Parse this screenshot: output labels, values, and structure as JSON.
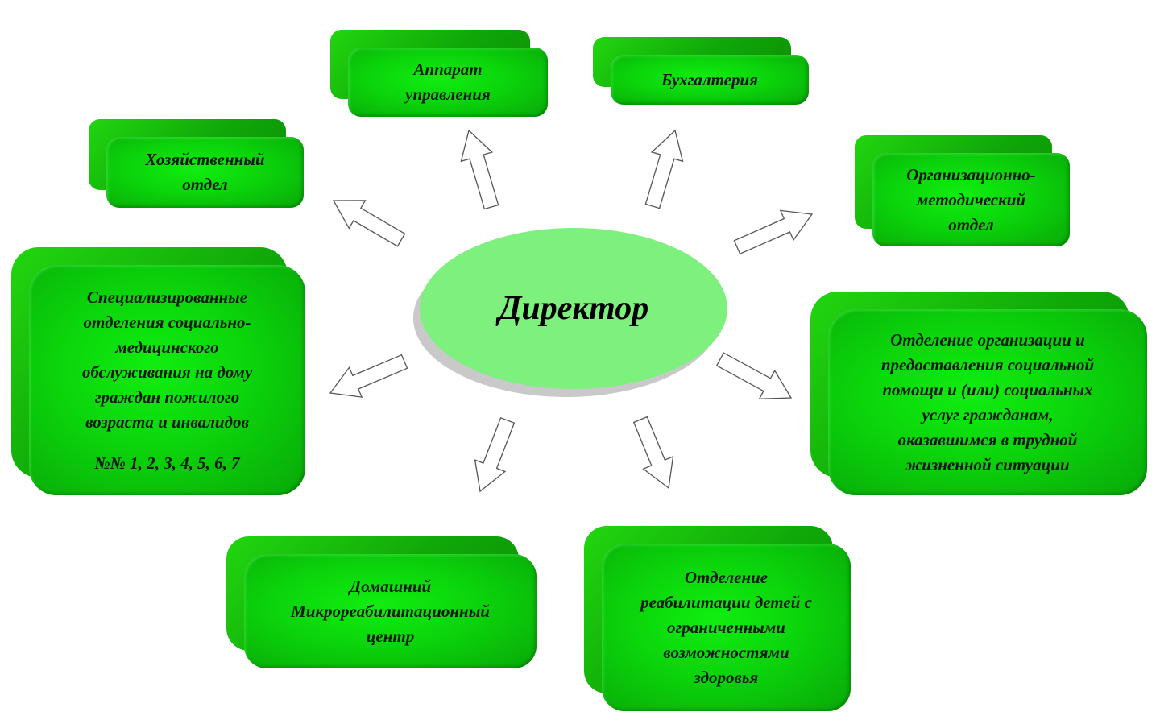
{
  "center": {
    "label": "Директор"
  },
  "units": {
    "apparat": [
      "Аппарат",
      "управления"
    ],
    "buhgalteria": [
      "Бухгалтерия"
    ],
    "hoz": [
      "Хозяйственный",
      "отдел"
    ],
    "om": [
      "Организационно-",
      "методический",
      "отдел"
    ],
    "spec": {
      "lines": [
        "Специализированные",
        "отделения социально-",
        "медицинского",
        "обслуживания  на дому",
        "граждан пожилого",
        "возраста и инвалидов"
      ],
      "numbers": "№№ 1, 2, 3, 4, 5, 6, 7"
    },
    "soc": [
      "Отделение организации и",
      "предоставления социальной",
      "помощи и (или) социальных",
      "услуг гражданам,",
      "оказавшимся в трудной",
      "жизненной ситуации"
    ],
    "dom": [
      "Домашний",
      "Микрореабилитационный",
      "центр"
    ],
    "reab": [
      "Отделение",
      "реабилитации детей с",
      "ограниченными",
      "возможностями",
      "здоровья"
    ]
  }
}
